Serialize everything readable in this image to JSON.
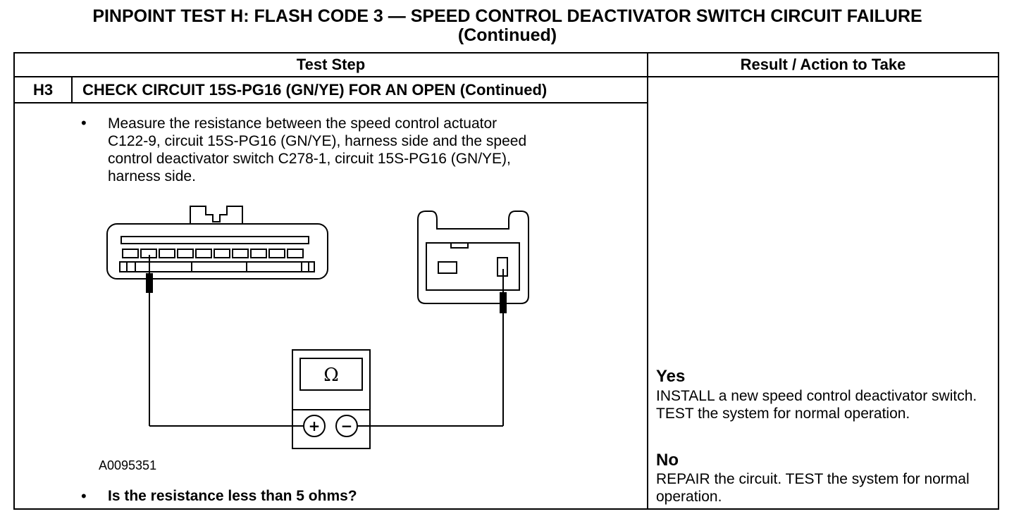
{
  "title": {
    "line1": "PINPOINT TEST H: FLASH CODE 3 — SPEED CONTROL DEACTIVATOR SWITCH CIRCUIT FAILURE",
    "line2": "(Continued)"
  },
  "table": {
    "col_headers": [
      "Test Step",
      "Result / Action to Take"
    ],
    "step_id": "H3",
    "step_title": "CHECK CIRCUIT 15S-PG16 (GN/YE) FOR AN OPEN (Continued)",
    "bullet_char": "•",
    "instruction_lines": [
      "Measure the resistance between the speed control actuator",
      "C122-9, circuit 15S-PG16 (GN/YE), harness side and the speed",
      "control deactivator switch C278-1, circuit 15S-PG16 (GN/YE),",
      "harness side."
    ],
    "figure_id": "A0095351",
    "question": "Is the resistance less than 5 ohms?"
  },
  "figure": {
    "meter_symbol": "Ω",
    "plus_symbol": "+",
    "minus_symbol": "−"
  },
  "results": {
    "yes_label": "Yes",
    "yes_text": "INSTALL a new speed control deactivator switch. TEST the system for normal operation.",
    "no_label": "No",
    "no_text": "REPAIR the circuit. TEST the system for normal operation."
  }
}
